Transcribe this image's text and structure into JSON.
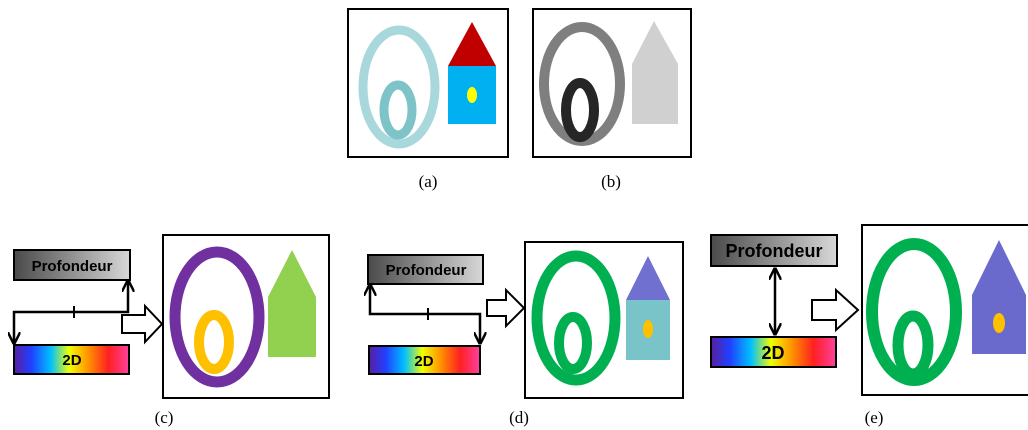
{
  "panels": {
    "a": {
      "caption": "(a)"
    },
    "b": {
      "caption": "(b)"
    },
    "c": {
      "caption": "(c)",
      "depth_label": "Profondeur",
      "colormap_label": "2D"
    },
    "d": {
      "caption": "(d)",
      "depth_label": "Profondeur",
      "colormap_label": "2D"
    },
    "e": {
      "caption": "(e)",
      "depth_label": "Profondeur",
      "colormap_label": "2D"
    }
  },
  "colors": {
    "outer_ring_a": "#a8d8dc",
    "inner_ring_a": "#7ec3c8",
    "roof_a": "#c00000",
    "house_a": "#00b0f0",
    "window_yellow": "#ffff00",
    "outer_ring_b": "#7f7f7f",
    "inner_ring_b": "#262626",
    "house_b": "#d0d0d0",
    "outer_ring_c": "#7030a0",
    "inner_ring_c": "#ffc000",
    "house_c": "#92d050",
    "ring_green": "#00b050",
    "roof_d": "#7070d0",
    "house_d": "#78c4c8",
    "window_orange": "#ffc000",
    "house_e": "#6a6acc"
  }
}
